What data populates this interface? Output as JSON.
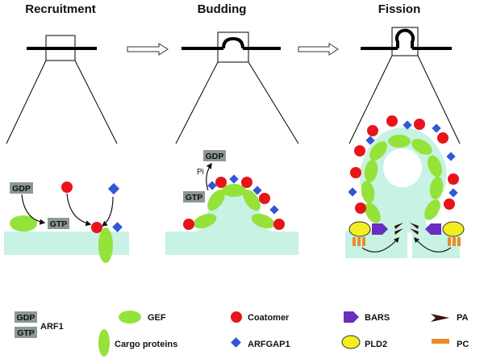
{
  "stages": {
    "recruitment": "Recruitment",
    "budding": "Budding",
    "fission": "Fission"
  },
  "nucleotides": {
    "gdp": "GDP",
    "gtp": "GTP",
    "pi": "Pi"
  },
  "legend": {
    "arf1": "ARF1",
    "gef": "GEF",
    "cargo": "Cargo proteins",
    "coatomer": "Coatomer",
    "arfgap1": "ARFGAP1",
    "bars": "BARS",
    "pld2": "PLD2",
    "pa": "PA",
    "pc": "PC"
  },
  "colors": {
    "membrane": "#c8f2e4",
    "coatomer": "#e8141c",
    "arfgap1": "#3057d8",
    "cargo": "#95e23a",
    "gef": "#95e23a",
    "nucleotide_box": "#8c9896",
    "bars": "#6a2fc0",
    "pld2": "#f2ee20",
    "pc": "#f08a24",
    "pa": "#3a1010"
  }
}
